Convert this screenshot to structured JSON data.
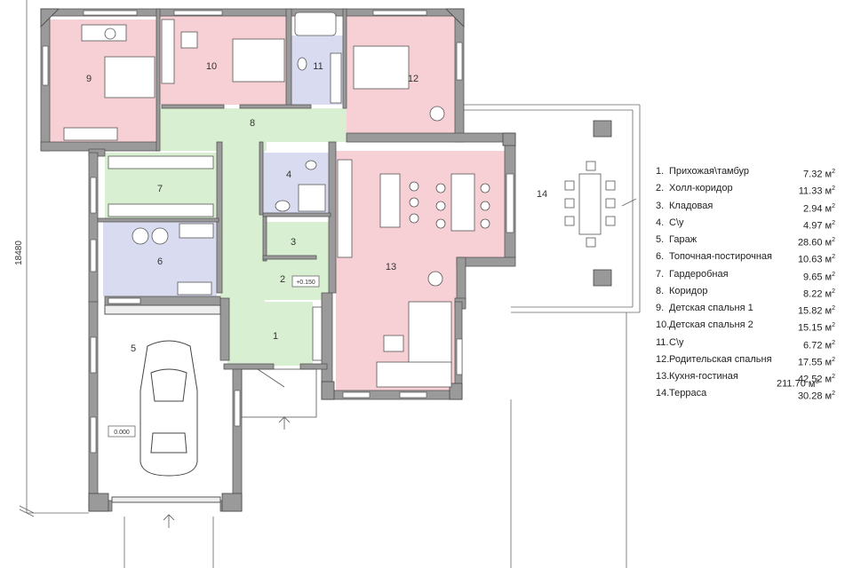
{
  "plan": {
    "dimension_label": "18480",
    "level_labels": [
      "+0.150",
      "0.000"
    ],
    "room_numbers": [
      {
        "id": "1",
        "label": "1"
      },
      {
        "id": "2",
        "label": "2"
      },
      {
        "id": "3",
        "label": "3"
      },
      {
        "id": "4",
        "label": "4"
      },
      {
        "id": "5",
        "label": "5"
      },
      {
        "id": "6",
        "label": "6"
      },
      {
        "id": "7",
        "label": "7"
      },
      {
        "id": "8",
        "label": "8"
      },
      {
        "id": "9",
        "label": "9"
      },
      {
        "id": "10",
        "label": "10"
      },
      {
        "id": "11",
        "label": "11"
      },
      {
        "id": "12",
        "label": "12"
      },
      {
        "id": "13",
        "label": "13"
      },
      {
        "id": "14",
        "label": "14"
      }
    ],
    "colors": {
      "wall": "#9a9a9a",
      "pink": "#f7d0d5",
      "green": "#d8efd2",
      "blue": "#d9dcf1",
      "white": "#ffffff",
      "line": "#555555"
    }
  },
  "legend": {
    "unit": "м",
    "unit_sup": "2",
    "items": [
      {
        "num": "1.",
        "name": "Прихожая\\тамбур",
        "area": "7.32"
      },
      {
        "num": "2.",
        "name": "Холл-коридор",
        "area": "11.33"
      },
      {
        "num": "3.",
        "name": "Кладовая",
        "area": "2.94"
      },
      {
        "num": "4.",
        "name": "С\\у",
        "area": "4.97"
      },
      {
        "num": "5.",
        "name": "Гараж",
        "area": "28.60"
      },
      {
        "num": "6.",
        "name": "Топочная-постирочная",
        "area": "10.63"
      },
      {
        "num": "7.",
        "name": "Гардеробная",
        "area": "9.65"
      },
      {
        "num": "8.",
        "name": "Коридор",
        "area": "8.22"
      },
      {
        "num": "9.",
        "name": "Детская спальня 1",
        "area": "15.82"
      },
      {
        "num": "10.",
        "name": "Детская спальня 2",
        "area": "15.15"
      },
      {
        "num": "11.",
        "name": "С\\у",
        "area": "6.72"
      },
      {
        "num": "12.",
        "name": "Родительская спальня",
        "area": "17.55"
      },
      {
        "num": "13.",
        "name": "Кухня-гостиная",
        "area": "42.52"
      },
      {
        "num": "14.",
        "name": "Терраса",
        "area": "30.28"
      }
    ],
    "total": "211.70"
  }
}
